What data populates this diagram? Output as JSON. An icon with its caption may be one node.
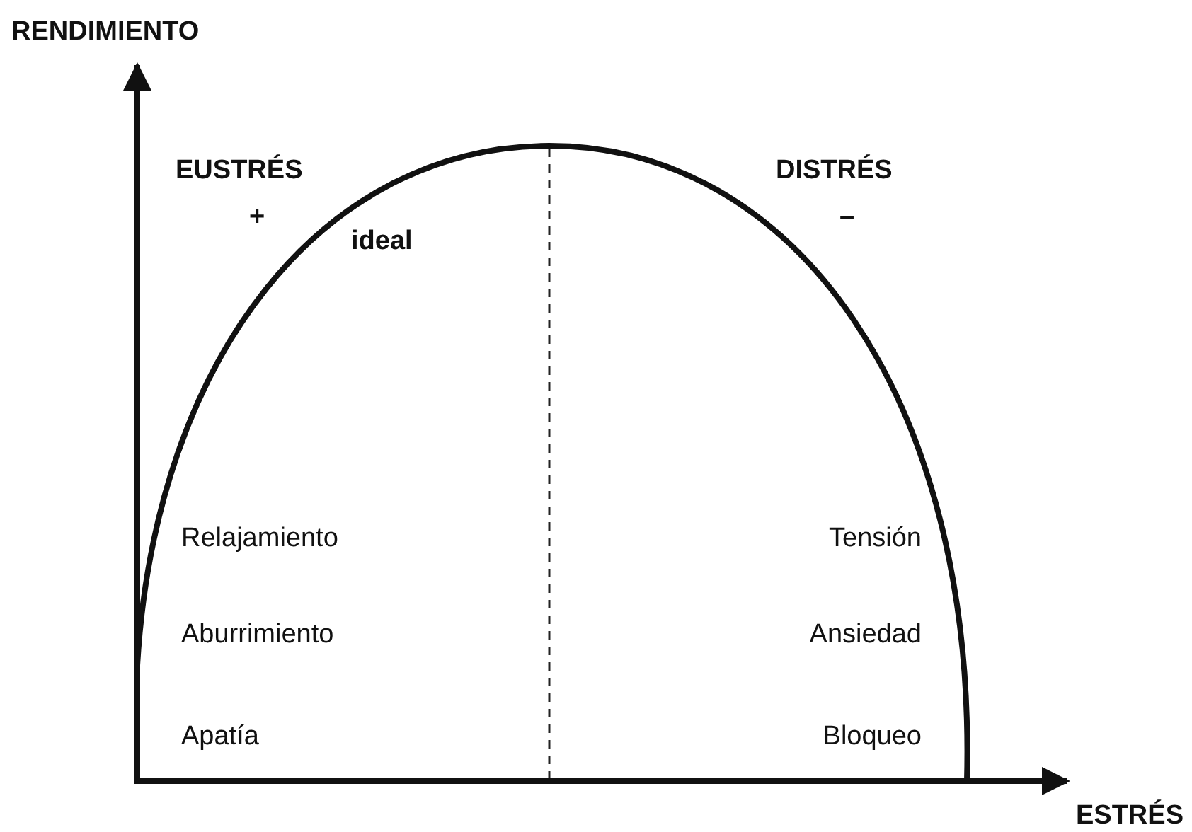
{
  "diagram": {
    "labels": [
      "RENDIMIENTO",
      "EUSTRÉS",
      "DISTRÉS",
      "+",
      "–",
      "ideal",
      "Relajamiento",
      "Tensión",
      "Aburrimiento",
      "Ansiedad",
      "Apatía",
      "Bloqueo",
      "ESTRÉS"
    ]
  }
}
